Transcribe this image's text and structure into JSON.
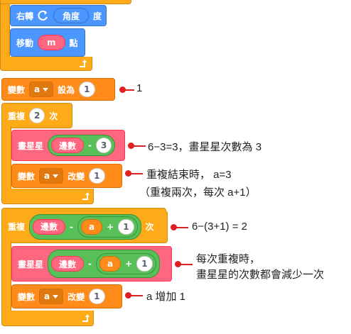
{
  "blocks": {
    "turn": {
      "label1": "右轉",
      "reporter": "角度",
      "label2": "度"
    },
    "move": {
      "label1": "移動",
      "reporter": "m",
      "label2": "點"
    },
    "set_var": {
      "label1": "變數",
      "var": "a",
      "label2": "設為",
      "value": "1"
    },
    "repeat1": {
      "label1": "重複",
      "count": "2",
      "label2": "次"
    },
    "draw_star1": {
      "label": "畫星星",
      "reporter": "邊數",
      "op": "-",
      "value": "3"
    },
    "change_var1": {
      "label1": "變數",
      "var": "a",
      "label2": "改變",
      "value": "1"
    },
    "repeat2": {
      "label1": "重複",
      "reporter": "邊數",
      "op1": "-",
      "inner_var": "a",
      "op2": "+",
      "value": "1",
      "label2": "次"
    },
    "draw_star2": {
      "label": "畫星星",
      "reporter": "邊數",
      "op1": "-",
      "inner_var": "a",
      "op2": "+",
      "value": "1"
    },
    "change_var2": {
      "label1": "變數",
      "var": "a",
      "label2": "改變",
      "value": "1"
    }
  },
  "annotations": {
    "a1": "1",
    "a2": "6−3=3，畫星星次數為 3",
    "a3_line1": "重複結束時，  a=3",
    "a3_line2": "（重複兩次，每次 a+1）",
    "a4": "6−(3+1) = 2",
    "a5_line1": "每次重複時，",
    "a5_line2": "畫星星的次數都會減少一次",
    "a6": "a 增加 1"
  },
  "colors": {
    "control": "#FFAB19",
    "motion": "#4C97FF",
    "variables": "#FF8C1A",
    "custom": "#FF6680",
    "operators": "#59C059",
    "annotation_marker": "#E02020"
  }
}
